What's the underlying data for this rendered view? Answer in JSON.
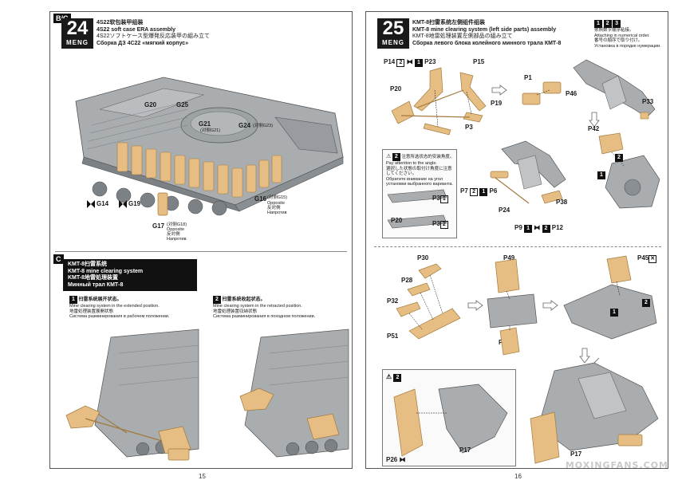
{
  "left_page": {
    "section_tag": "B/C",
    "step": {
      "number": "24",
      "brand": "MENG"
    },
    "title": {
      "zh": "4S22软包装甲组装",
      "en": "4S22 soft case ERA assembly",
      "jp": "4S22ソフトケース型爆発反応装甲の組み立て",
      "ru": "Сборка ДЗ 4С22 «мягкий корпус»"
    },
    "parts": {
      "g20": "G20",
      "g25": "G25",
      "g21": "G21",
      "g21_note": "(对侧G21)",
      "g24": "G24",
      "g24_note": "(对侧G23)",
      "g14": "G14",
      "g19": "G19",
      "g16": "G16",
      "g16_note_zh": "(对侧G15)",
      "g16_note_en": "Opposite",
      "g16_note_jp": "反対側",
      "g16_note_ru": "Напротив",
      "g17": "G17",
      "g17_note_zh": "(对侧G18)",
      "g17_note_en": "Opposite",
      "g17_note_jp": "反対側",
      "g17_note_ru": "Напротив"
    },
    "section_c": {
      "tag": "C",
      "title_zh": "KMT-8扫雷系统",
      "title_en": "KMT-8 mine clearing system",
      "title_jp": "KMT-8地雷処理装置",
      "title_ru": "Минный трал КМТ-8",
      "step1": {
        "num": "1",
        "zh": "扫雷系统展开状态。",
        "en": "Mine clearing system in the extended position.",
        "jp": "地雷処理装置展開状態",
        "ru": "Система разминирования в рабочем положении."
      },
      "step2": {
        "num": "2",
        "zh": "扫雷系统收起状态。",
        "en": "Mine clearing system in the retracted position.",
        "jp": "地雷処理装置収納状態",
        "ru": "Система разминирования в походном положении."
      }
    },
    "page_number": "15"
  },
  "right_page": {
    "step": {
      "number": "25",
      "brand": "MENG"
    },
    "title": {
      "zh": "KMT-8扫雷系统左侧组件组装",
      "en": "KMT-8 mine clearing system (left side parts) assembly",
      "jp": "KMT-8地雷処理装置左側部品の組み立て",
      "ru": "Сборка левого блока колейного минного трала КМТ-8"
    },
    "order_note": {
      "boxes": [
        "1",
        "2",
        "3"
      ],
      "zh": "依照数字顺序粘接。",
      "en": "Attaching in numerical order.",
      "jp": "番号の順序で取り付け。",
      "ru": "Установка в порядке нумерации."
    },
    "attention_note": {
      "zh": "注意所选状态的安装角度。",
      "en": "Pay attention to the angle.",
      "jp": "選択した状態の取付け角度に注意してください。",
      "ru": "Обратите внимание на угол установки выбранного варианта."
    },
    "parts": {
      "p14": "P14",
      "p23": "P23",
      "p15": "P15",
      "p1": "P1",
      "p20": "P20",
      "p19": "P19",
      "p46": "P46",
      "p33": "P33",
      "p3": "P3",
      "p42": "P42",
      "p7": "P7",
      "p6": "P6",
      "p38": "P38",
      "p24": "P24",
      "p9": "P9",
      "p12": "P12",
      "p3_opt1": "P3",
      "p3_opt2": "P3",
      "p20_opt": "P20",
      "p30": "P30",
      "p28": "P28",
      "p32": "P32",
      "p51": "P51",
      "p49": "P49",
      "p35": "P35",
      "p45": "P45",
      "p26": "P26",
      "p17a": "P17",
      "p17b": "P17"
    },
    "box_labels": {
      "b1": "1",
      "b2": "2",
      "b_attn2": "2"
    },
    "page_number": "16"
  },
  "watermark": "MOXINGFANS.COM",
  "colors": {
    "grey_model": "#a9adb0",
    "grey_dark": "#7c8185",
    "part_tan": "#e6bd82",
    "part_tan_dark": "#c9964f",
    "ink": "#111111"
  }
}
